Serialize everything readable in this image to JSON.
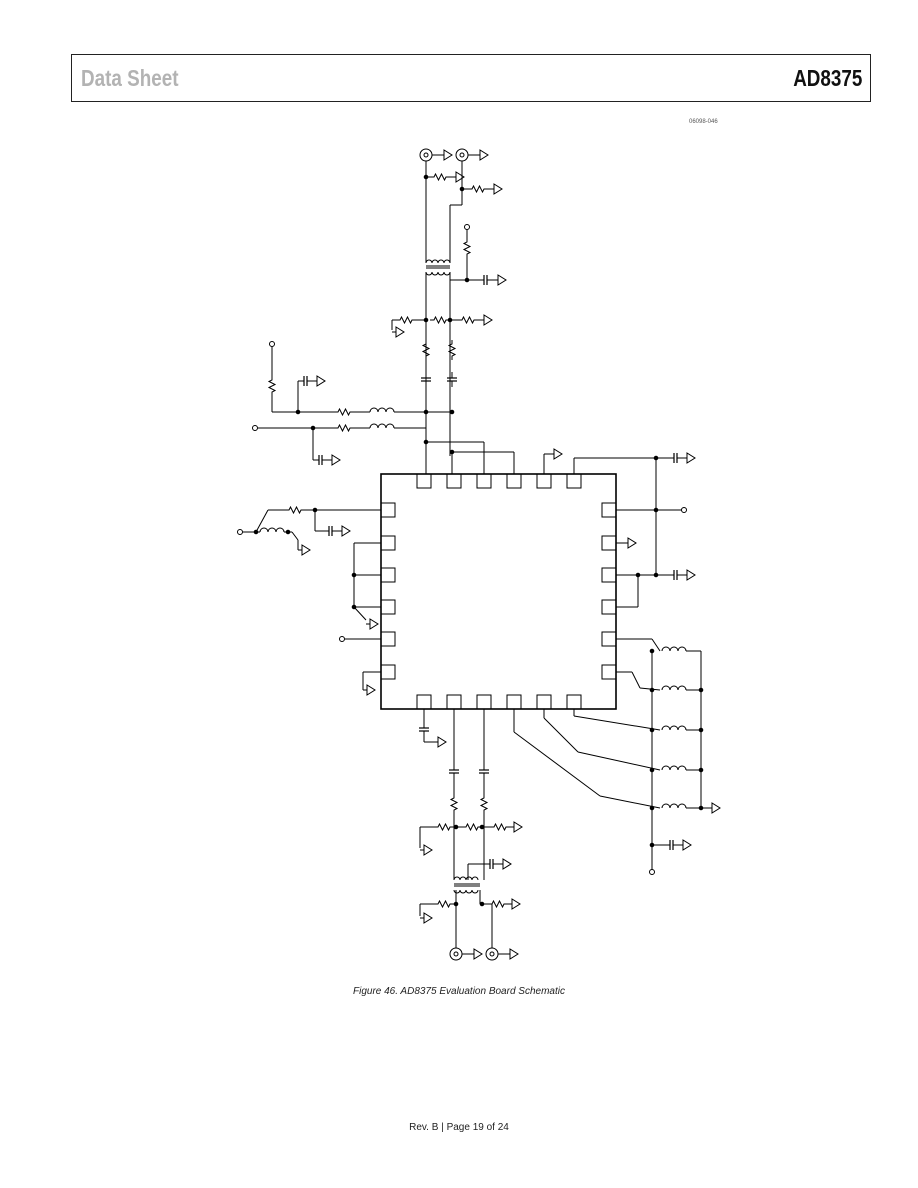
{
  "header": {
    "section_title": "Data Sheet",
    "part_number": "AD8375"
  },
  "figure": {
    "id_code": "06098-046",
    "caption": "Figure 46. AD8375 Evaluation Board Schematic"
  },
  "footer": {
    "page_info": "Rev. B | Page 19 of 24"
  }
}
